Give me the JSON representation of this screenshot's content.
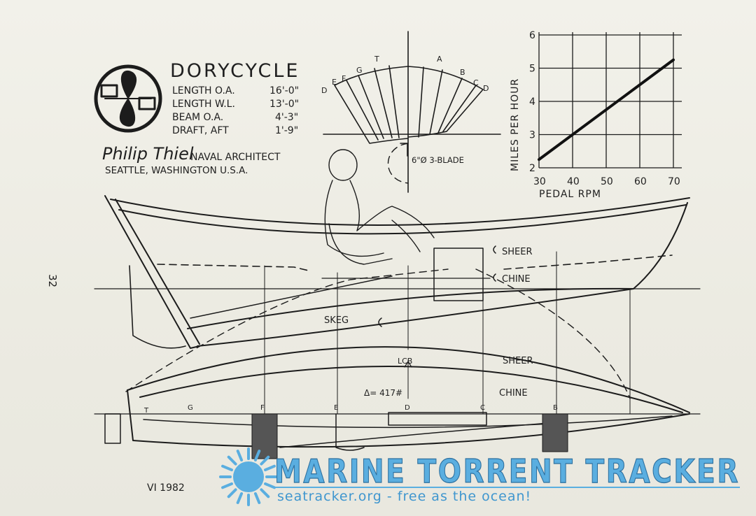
{
  "page_number": "32",
  "title": "DORYCYCLE",
  "specs": [
    {
      "label": "LENGTH O.A.",
      "value": "16'-0\""
    },
    {
      "label": "LENGTH W.L.",
      "value": "13'-0\""
    },
    {
      "label": "BEAM O.A.",
      "value": "4'-3\""
    },
    {
      "label": "DRAFT, AFT",
      "value": "1'-9\""
    }
  ],
  "designer": {
    "signature": "Philip Thiel",
    "role": "NAVAL ARCHITECT",
    "location": "SEATTLE, WASHINGTON U.S.A."
  },
  "body_plan": {
    "station_labels_left": [
      "D",
      "E",
      "F",
      "G",
      "T"
    ],
    "station_labels_right": [
      "A",
      "B",
      "C",
      "D"
    ],
    "propeller_note": "6\"Ø 3-BLADE"
  },
  "profile_labels": {
    "sheer": "SHEER",
    "chine": "CHINE",
    "skeg": "SKEG",
    "lcb": "LCB",
    "displacement": "Δ= 417#"
  },
  "plan_labels": {
    "sheer": "SHEER",
    "chine": "CHINE",
    "stations": [
      "T",
      "G",
      "F",
      "E",
      "D",
      "C",
      "B"
    ]
  },
  "date_mark": "VI 1982",
  "chart_data": {
    "type": "line",
    "xlabel": "PEDAL RPM",
    "ylabel": "MILES PER HOUR",
    "x_ticks": [
      "30",
      "40",
      "50",
      "60",
      "70"
    ],
    "y_ticks": [
      "2",
      "3",
      "4",
      "5",
      "6"
    ],
    "xlim": [
      30,
      70
    ],
    "ylim": [
      2,
      6
    ],
    "grid": true,
    "series": [
      {
        "x": [
          30,
          70
        ],
        "y": [
          2.25,
          5.25
        ]
      }
    ]
  },
  "watermark": {
    "title": "MARINE TORRENT TRACKER",
    "subtitle": "seatracker.org - free as the ocean!",
    "color": "#5aaee0"
  }
}
